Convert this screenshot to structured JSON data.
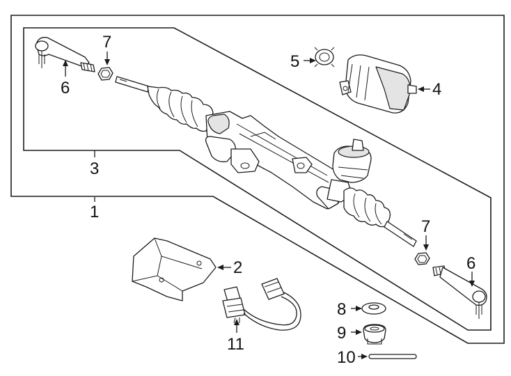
{
  "callouts": {
    "c1": "1",
    "c2": "2",
    "c3": "3",
    "c4": "4",
    "c5": "5",
    "c6_left": "6",
    "c6_right": "6",
    "c7_left": "7",
    "c7_right": "7",
    "c8": "8",
    "c9": "9",
    "c10": "10",
    "c11": "11"
  },
  "colors": {
    "line": "#1a1a1a",
    "background": "#ffffff",
    "shade": "#e4e4e4"
  }
}
